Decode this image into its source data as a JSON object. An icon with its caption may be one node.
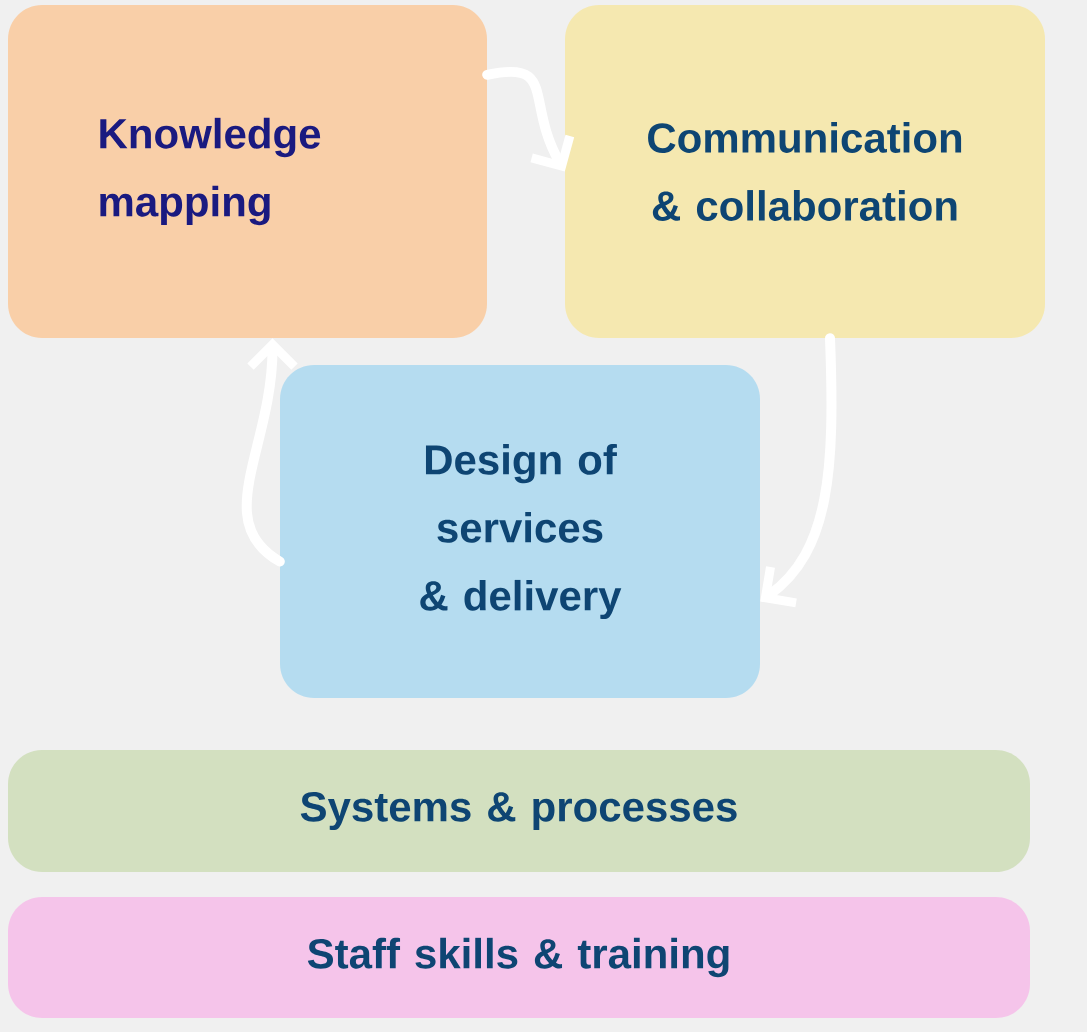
{
  "diagram": {
    "nodes": [
      {
        "text": [
          "Knowledge mapping"
        ]
      },
      {
        "text": [
          "Communication & collaboration"
        ]
      },
      {
        "text": [
          "Design of services & delivery"
        ]
      },
      {
        "text": [
          "Systems & processes"
        ]
      },
      {
        "text": [
          "Staff skills & training"
        ]
      }
    ],
    "edges": [
      {
        "from": 0,
        "to": 1,
        "arrow": "to"
      },
      {
        "from": 1,
        "to": 2,
        "arrow": "to"
      },
      {
        "from": 2,
        "to": 0,
        "arrow": "to"
      }
    ]
  }
}
